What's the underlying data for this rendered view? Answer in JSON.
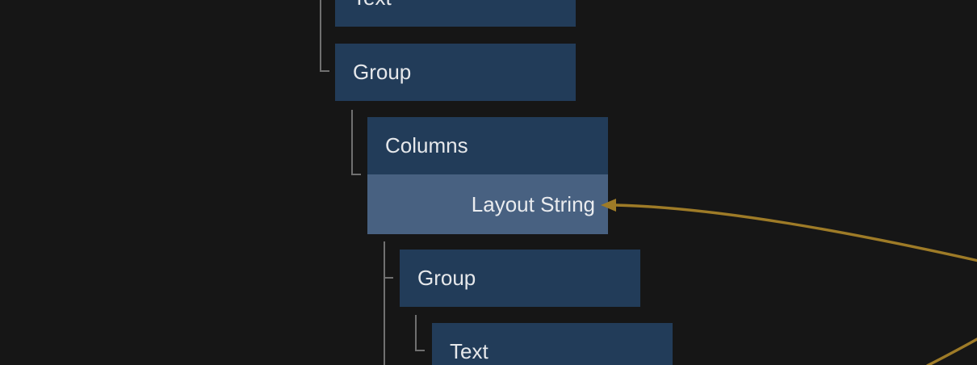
{
  "colors": {
    "background": "#161616",
    "node_fill": "#223C59",
    "port_fill": "#486181",
    "label_text": "#E6E8EB",
    "guide_line": "#707070",
    "wire": "#9E7B27"
  },
  "tree": {
    "nodes": [
      {
        "label": "Text"
      },
      {
        "label": "Group"
      },
      {
        "label": "Columns",
        "port_label": "Layout String"
      },
      {
        "label": "Group"
      },
      {
        "label": "Text"
      }
    ]
  }
}
